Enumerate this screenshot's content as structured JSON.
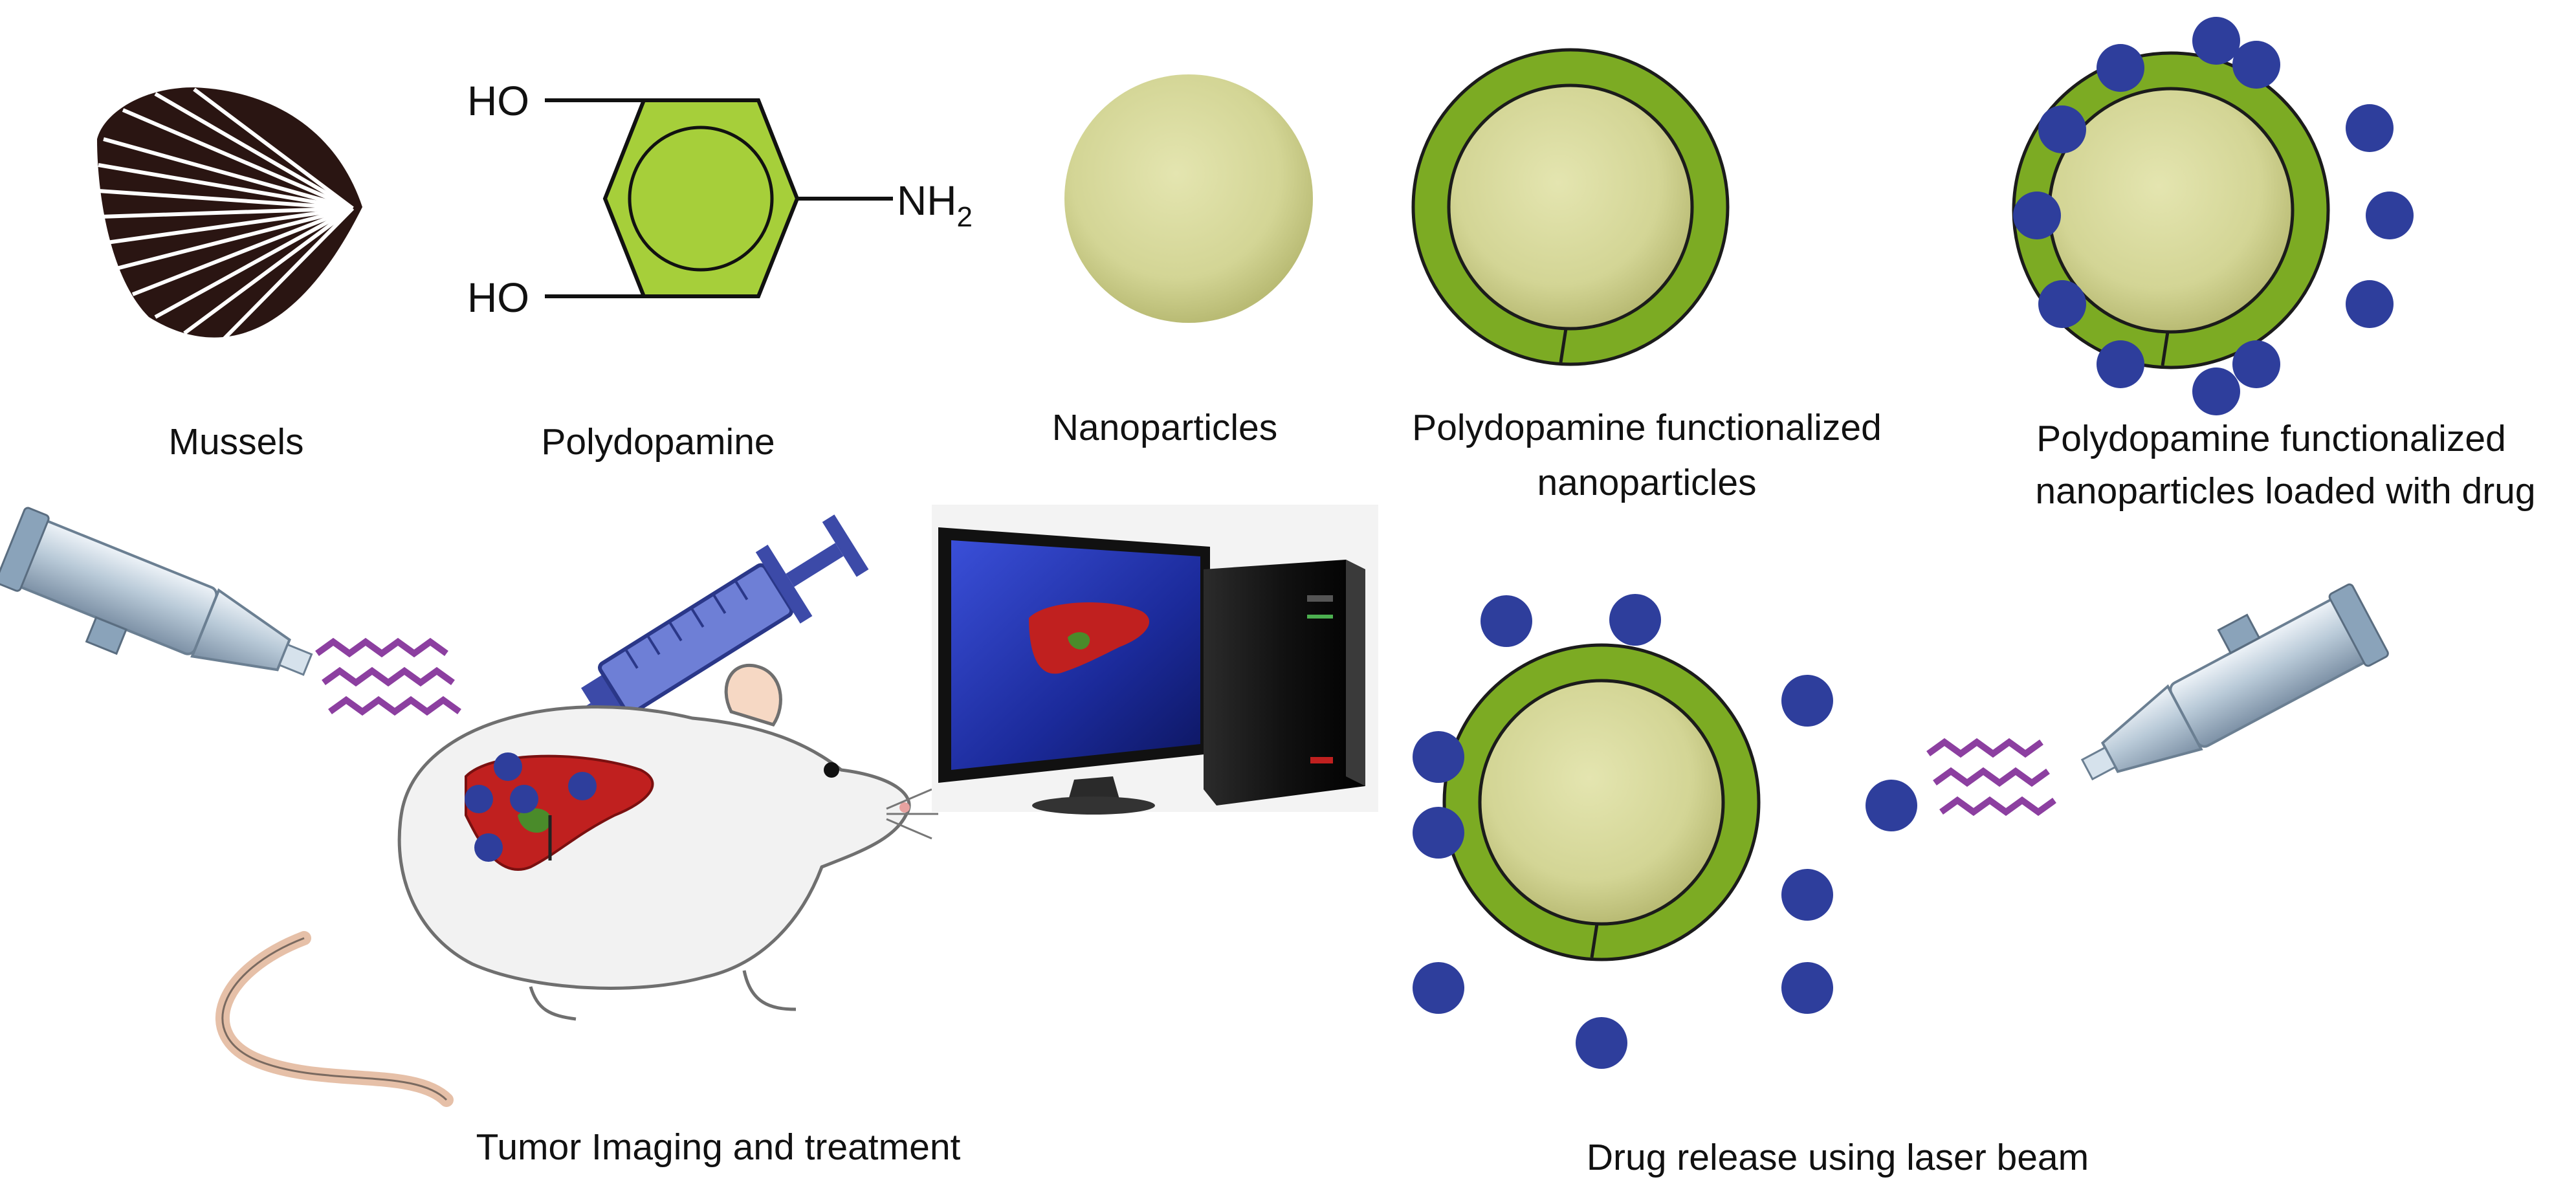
{
  "labels": {
    "mussels": "Mussels",
    "polydopamine": "Polydopamine",
    "nanoparticles": "Nanoparticles",
    "pda_np_line1": "Polydopamine functionalized",
    "pda_np_line2": "nanoparticles",
    "pda_np_drug_line1": "Polydopamine functionalized",
    "pda_np_drug_line2": "nanoparticles loaded with drug",
    "tumor_imaging": "Tumor Imaging and treatment",
    "drug_release": "Drug release using laser beam"
  },
  "chemistry": {
    "ho_top": "HO",
    "ho_bottom": "HO",
    "nh": "NH",
    "nh_subscript": "2"
  },
  "colors": {
    "shell_dark": "#2a1512",
    "pda_green": "#7cab23",
    "benzene_fill": "#a6cf3a",
    "core_fill": "#d5d69a",
    "drug_blue": "#2e3e9c",
    "liver_red": "#c0201f",
    "laser_purple": "#8c3fa0",
    "syringe_blue": "#3c4aa8"
  },
  "icons": {
    "mussel": "mussel-shell-icon",
    "molecule": "polydopamine-structure",
    "mouse": "mouse-icon",
    "computer": "computer-icon",
    "laser": "laser-pointer-icon",
    "syringe": "syringe-icon",
    "liver": "liver-icon"
  }
}
